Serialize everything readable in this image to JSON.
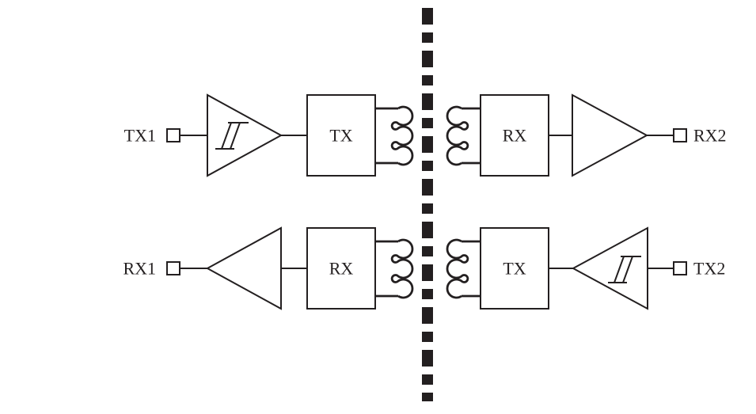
{
  "figure": {
    "colors": {
      "line": "#231f20",
      "background": "#ffffff"
    },
    "channel1": {
      "port_left": "TX1",
      "block_left": "TX",
      "block_right": "RX",
      "port_right": "RX2"
    },
    "channel2": {
      "port_left": "RX1",
      "block_left": "RX",
      "block_right": "TX",
      "port_right": "TX2"
    },
    "icons": {
      "buffer": "amplifier-triangle-icon",
      "schmitt": "schmitt-hysteresis-icon",
      "coil": "transformer-winding-icon",
      "barrier": "isolation-barrier-dashed-line"
    }
  }
}
